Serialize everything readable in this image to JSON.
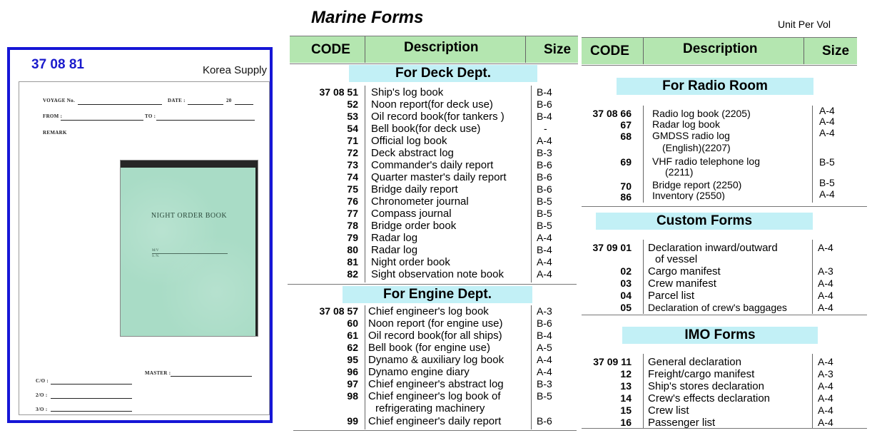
{
  "title": "Marine Forms",
  "unit_label": "Unit Per Vol",
  "product": {
    "code": "37 08 81",
    "supplier": "Korea Supply",
    "sheet": {
      "voyage": "VOYAGE  No.",
      "date": "DATE :",
      "year": "20",
      "from": "FROM :",
      "to": "TO :",
      "remark": "REMARK",
      "master": "MASTER :",
      "c_o": "C/O :",
      "two_o": "2/O :",
      "three_o": "3/O :"
    },
    "book_title": "NIGHT ORDER BOOK",
    "book_lines": [
      "M/V",
      "S. N."
    ]
  },
  "columns": {
    "code": "CODE",
    "description": "Description",
    "size": "Size"
  },
  "left": {
    "deck": {
      "title": "For Deck Dept.",
      "rows": [
        {
          "code": "37 08 51",
          "desc": "Ship's log book",
          "size": "B-4"
        },
        {
          "code": "52",
          "desc": "Noon report(for deck use)",
          "size": "B-6"
        },
        {
          "code": "53",
          "desc": "Oil record book(for tankers )",
          "size": "B-4"
        },
        {
          "code": "54",
          "desc": "Bell book(for deck use)",
          "size": "-"
        },
        {
          "code": "71",
          "desc": "Official log book",
          "size": "A-4"
        },
        {
          "code": "72",
          "desc": "Deck abstract log",
          "size": "B-3"
        },
        {
          "code": "73",
          "desc": "Commander's daily report",
          "size": "B-6"
        },
        {
          "code": "74",
          "desc": "Quarter master's daily report",
          "size": "B-6"
        },
        {
          "code": "75",
          "desc": "Bridge daily report",
          "size": "B-6"
        },
        {
          "code": "76",
          "desc": "Chronometer journal",
          "size": "B-5"
        },
        {
          "code": "77",
          "desc": "Compass journal",
          "size": "B-5"
        },
        {
          "code": "78",
          "desc": "Bridge  order book",
          "size": "B-5"
        },
        {
          "code": "79",
          "desc": "Radar log",
          "size": "A-4"
        },
        {
          "code": "80",
          "desc": "Radar log",
          "size": "B-4"
        },
        {
          "code": "81",
          "desc": "Night order book",
          "size": "A-4"
        },
        {
          "code": "82",
          "desc": "Sight observation note book",
          "size": "A-4"
        }
      ]
    },
    "engine": {
      "title": "For Engine Dept.",
      "rows": [
        {
          "code": "37 08 57",
          "desc": "Chief engineer's log book",
          "size": "A-3"
        },
        {
          "code": "60",
          "desc": "Noon report (for engine use)",
          "size": "B-6"
        },
        {
          "code": "61",
          "desc": "Oil record book(for all ships)",
          "size": "B-4"
        },
        {
          "code": "62",
          "desc": "Bell book (for engine use)",
          "size": "A-5"
        },
        {
          "code": "95",
          "desc": "Dynamo & auxiliary log book",
          "size": "A-4"
        },
        {
          "code": "96",
          "desc": "Dynamo engine diary",
          "size": "A-4"
        },
        {
          "code": "97",
          "desc": "Chief engineer's abstract log",
          "size": "B-3"
        },
        {
          "code": "98",
          "desc": "Chief engineer's log book of",
          "desc2": "refrigerating machinery",
          "size": "B-5"
        },
        {
          "code": "99",
          "desc": "Chief engineer's daily report",
          "size": "B-6"
        }
      ]
    }
  },
  "right": {
    "radio": {
      "title": "For Radio Room",
      "rows": [
        {
          "code": "37 08 66",
          "desc": "Radio log book (2205)",
          "size": "A-4"
        },
        {
          "code": "67",
          "desc": "Radar log book",
          "size": "A-4"
        },
        {
          "code": "68",
          "desc": "GMDSS radio log",
          "desc2": "(English)(2207)",
          "size": "A-4"
        },
        {
          "code": "69",
          "desc": "VHF radio telephone log",
          "desc2": "(2211)",
          "size": "B-5"
        },
        {
          "code": "70",
          "desc": "Bridge report (2250)",
          "size": "B-5"
        },
        {
          "code": "86",
          "desc": "Inventory (2550)",
          "size": "A-4"
        }
      ]
    },
    "custom": {
      "title": "Custom Forms",
      "rows": [
        {
          "code": "37 09 01",
          "desc": "Declaration inward/outward",
          "desc2": "of vessel",
          "size": "A-4"
        },
        {
          "code": "02",
          "desc": "Cargo manifest",
          "size": "A-3"
        },
        {
          "code": "03",
          "desc": "Crew manifest",
          "size": "A-4"
        },
        {
          "code": "04",
          "desc": "Parcel list",
          "size": "A-4"
        },
        {
          "code": "05",
          "desc": "Declaration of crew's baggages",
          "size": "A-4"
        }
      ]
    },
    "imo": {
      "title": "IMO Forms",
      "rows": [
        {
          "code": "37 09 11",
          "desc": "General declaration",
          "size": "A-4"
        },
        {
          "code": "12",
          "desc": "Freight/cargo manifest",
          "size": "A-3"
        },
        {
          "code": "13",
          "desc": "Ship's stores declaration",
          "size": "A-4"
        },
        {
          "code": "14",
          "desc": "Crew's effects declaration",
          "size": "A-4"
        },
        {
          "code": "15",
          "desc": "Crew list",
          "size": "A-4"
        },
        {
          "code": "16",
          "desc": "Passenger list",
          "size": "A-4"
        }
      ]
    }
  }
}
